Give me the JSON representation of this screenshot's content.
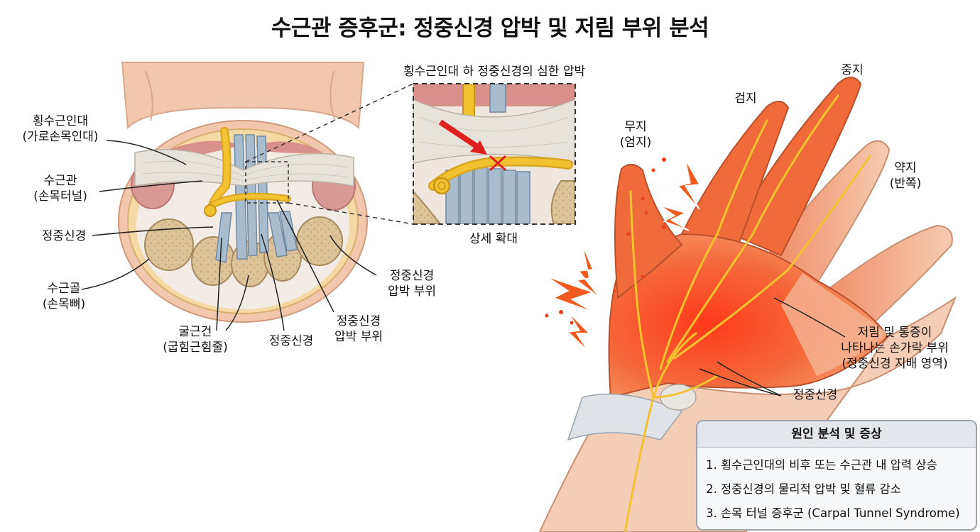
{
  "title": "수근관 증후군: 정중신경 압박 및 저림 부위 분석",
  "cross_section": {
    "labels": {
      "ligament": [
        "횡수근인대",
        "(가로손목인대)"
      ],
      "tunnel": [
        "수근관",
        "(손목터널)"
      ],
      "median_nerve_left": [
        "정중신경"
      ],
      "carpal_bones": [
        "수근골",
        "(손목뼈)"
      ],
      "flexor_tendons": [
        "굴근건",
        "(굽힘근힘줄)"
      ],
      "median_nerve_bottom": [
        "정중신경"
      ],
      "compression_site_1": [
        "정중신경",
        "압박 부위"
      ],
      "compression_site_2": [
        "정중신경",
        "압박 부위"
      ]
    }
  },
  "detail": {
    "title": "횡수근인대 하 정중신경의 심한 압박",
    "caption": "상세 확대"
  },
  "hand": {
    "fingers": {
      "thumb": [
        "무지",
        "(엄지)"
      ],
      "index": [
        "검지"
      ],
      "middle": [
        "중지"
      ],
      "ring": [
        "약지",
        "(반쪽)"
      ]
    },
    "numbness_area": [
      "저림 및 통증이",
      "나타나는 손가락 부위",
      "(정중신경 지배 영역)"
    ],
    "median_nerve": [
      "정중신경"
    ]
  },
  "info_box": {
    "title": "원인 분석 및 증상",
    "items": [
      "1. 횡수근인대의 비후 또는 수근관 내 압력 상승",
      "2. 정중신경의 물리적 압박 및 혈류 감소",
      "3. 손목 터널 증후군 (Carpal Tunnel Syndrome)"
    ]
  },
  "colors": {
    "nerve": "#f2c230",
    "tendon": "#a9bccd",
    "ligament": "#e8e3da",
    "bone": "#dcc39a",
    "inflamed": "#f0622e",
    "skin": "#f1c7ad"
  }
}
